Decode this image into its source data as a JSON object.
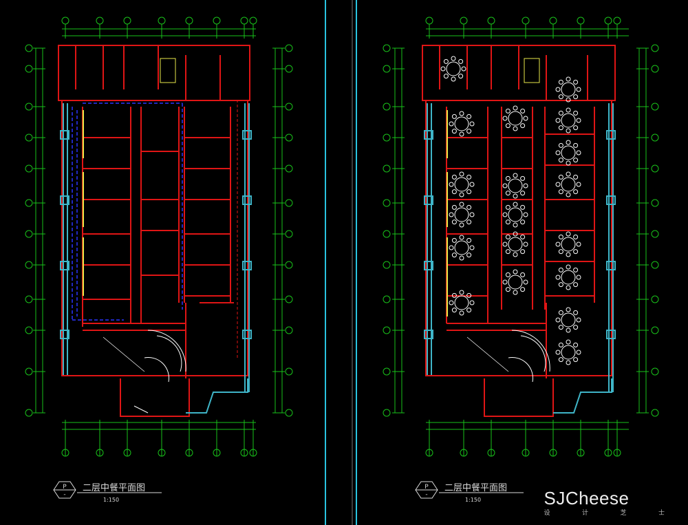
{
  "sheets": [
    {
      "title": "二层中餐平面图",
      "scale": "1:150",
      "symbol_top": "P",
      "symbol_bottom": "-"
    },
    {
      "title": "二层中餐平面图",
      "scale": "1:150",
      "symbol_top": "P",
      "symbol_bottom": "-"
    }
  ],
  "watermark": {
    "brand": "SJCheese",
    "tagline": "设 计 芝 士"
  },
  "colors": {
    "background": "#000000",
    "wall": "#e01515",
    "dimension": "#19c21a",
    "column": "#3fb5c8",
    "window": "#e8e84a",
    "stair": "#ffffff",
    "blue_dash": "#2b36ff",
    "frame": "#29c4e0"
  }
}
